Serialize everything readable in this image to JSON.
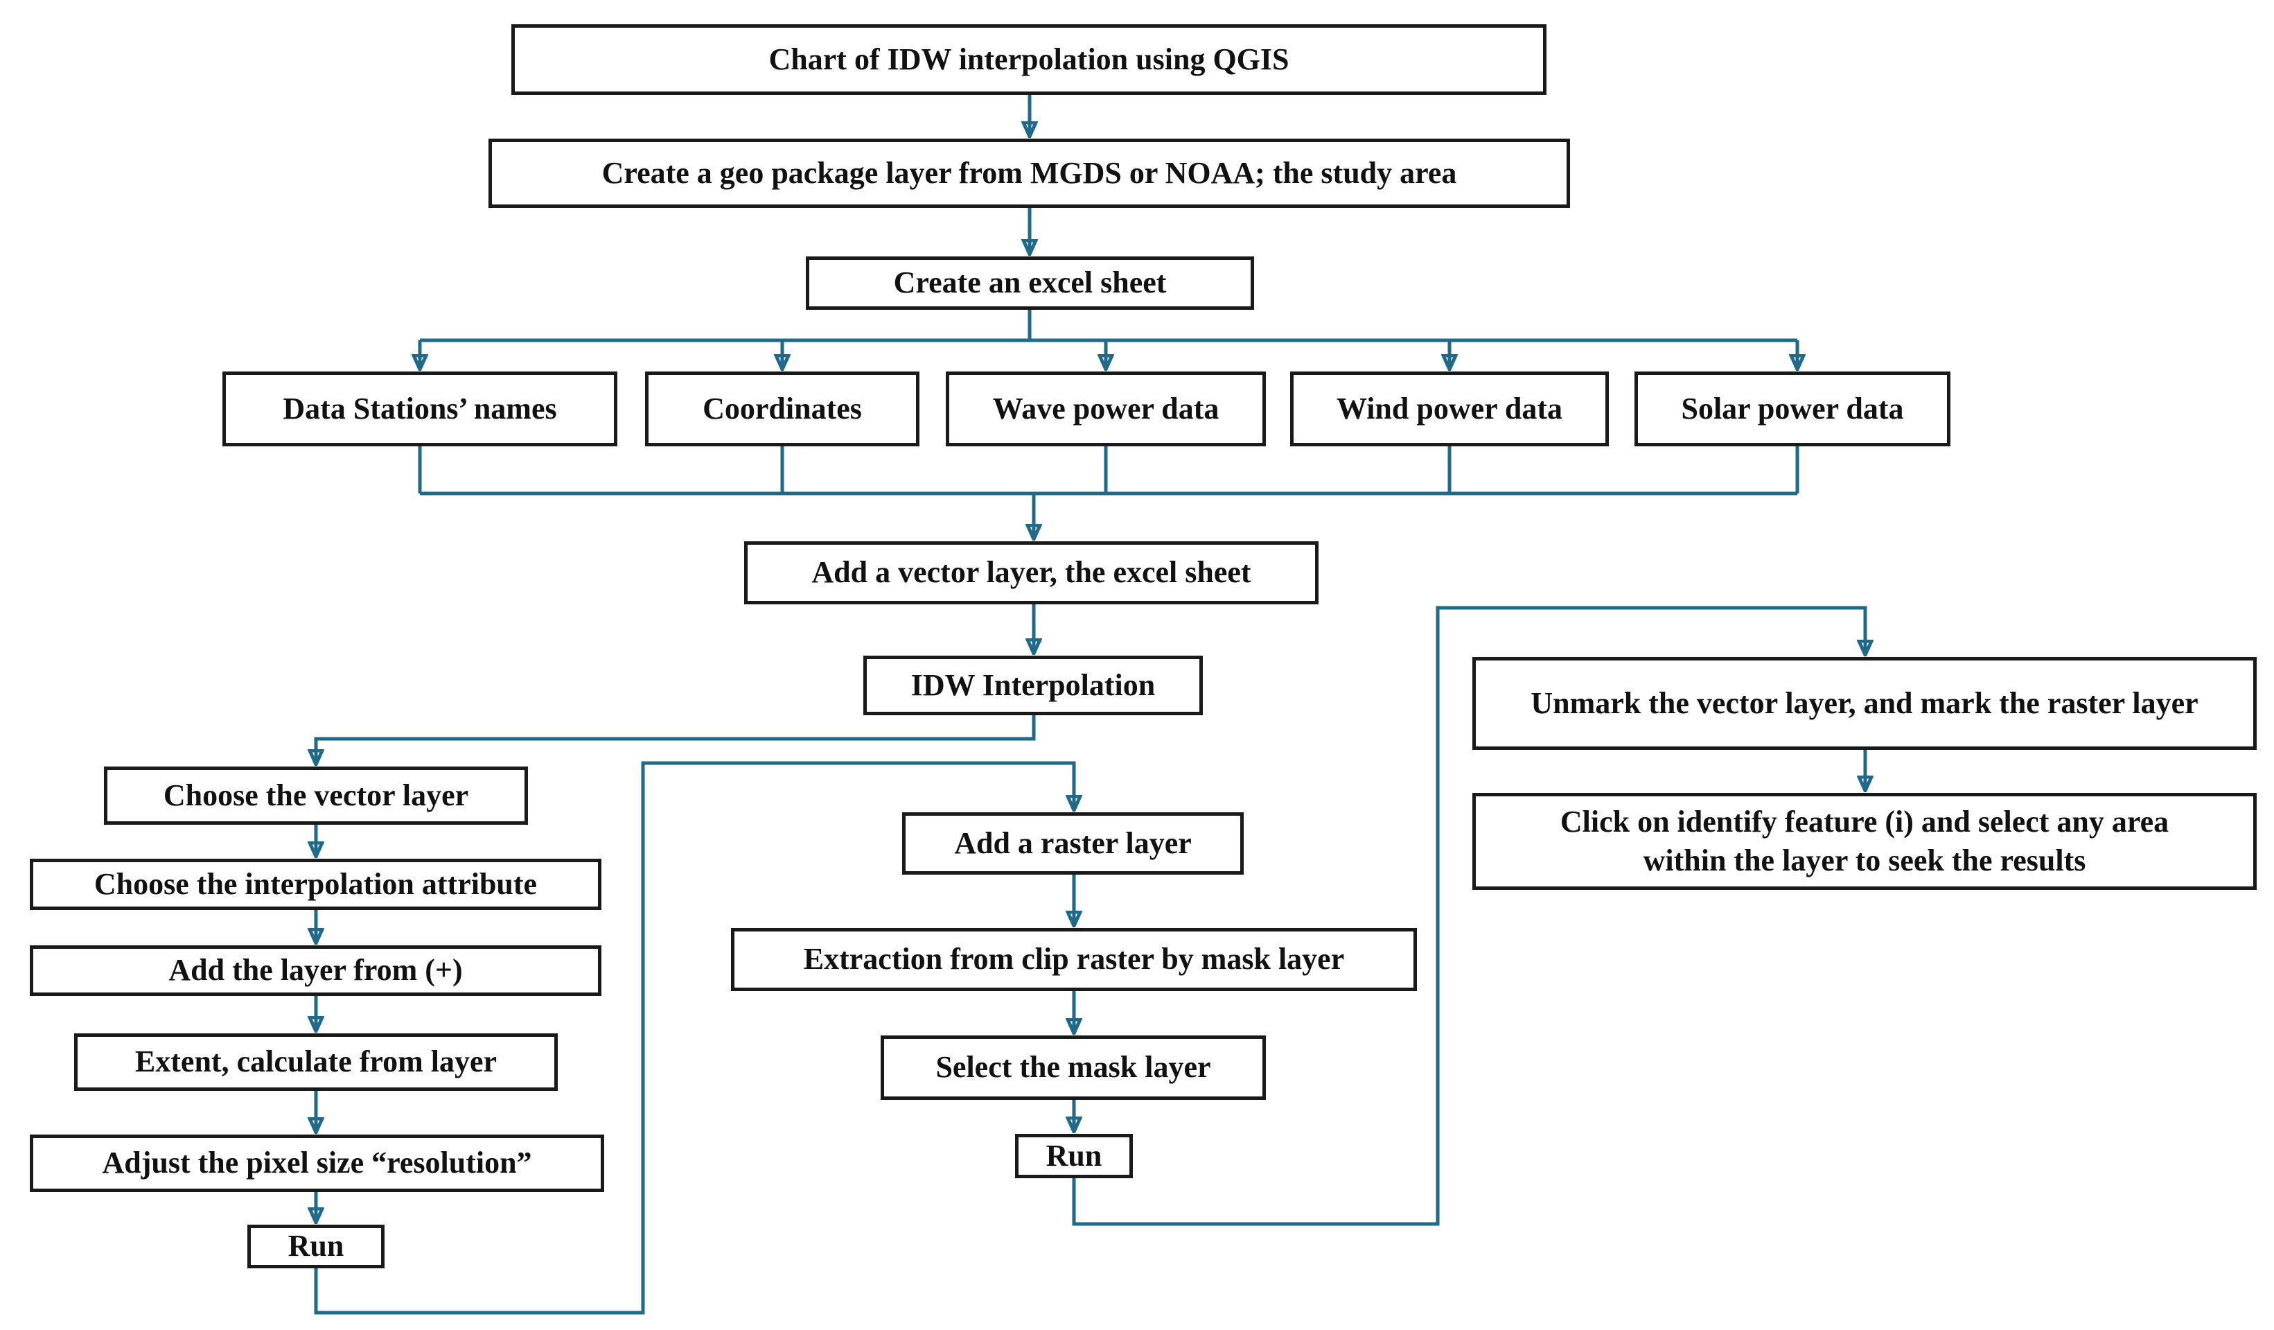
{
  "diagram": {
    "title": "Chart of IDW interpolation using QGIS",
    "connector_color": "#1f6a8a",
    "box_border_color": "#1a1a1a",
    "steps": {
      "create_geopackage": "Create a geo package layer from MGDS or NOAA; the study area",
      "create_excel": "Create an excel sheet",
      "data_station_names": "Data Stations’ names",
      "coordinates": "Coordinates",
      "wave_power": "Wave power data",
      "wind_power": "Wind power data",
      "solar_power": "Solar power data",
      "add_vector_layer": "Add a vector layer, the excel sheet",
      "idw_interpolation": "IDW Interpolation",
      "choose_vector_layer": "Choose the vector layer",
      "choose_attribute": "Choose the interpolation attribute",
      "add_layer_plus": "Add the layer from (+)",
      "extent_calculate": "Extent, calculate from layer",
      "adjust_pixel_size": "Adjust the pixel size “resolution”",
      "run_1": "Run",
      "add_raster_layer": "Add a raster layer",
      "extraction_clip": "Extraction from clip raster by mask layer",
      "select_mask_layer": "Select the mask layer",
      "run_2": "Run",
      "unmark_vector": "Unmark the vector layer, and mark the raster layer",
      "identify_feature_line1": "Click on identify feature (i) and select any area",
      "identify_feature_line2": "within the layer to seek the results"
    }
  }
}
